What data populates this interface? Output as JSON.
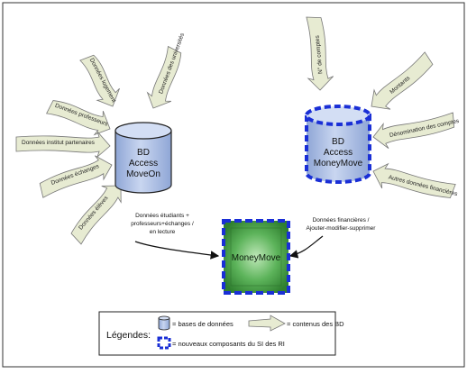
{
  "diagram": {
    "moveon": {
      "lines": [
        "BD",
        "Access",
        "MoveOn"
      ],
      "arrows": [
        "Données logement",
        "Données des universités",
        "Données professeurs",
        "Données institut partenaires",
        "Données échanges",
        "Données élèves"
      ]
    },
    "moneymove": {
      "lines": [
        "BD",
        "Access",
        "MoneyMove"
      ],
      "arrows": [
        "N° de comptes",
        "Montants",
        "Dénomination des comptes",
        "Autres données financières"
      ]
    },
    "center_component": "MoneyMove",
    "flows": {
      "left": [
        "Données étudiants +",
        "professeurs+échanges /",
        "en lecture"
      ],
      "right": [
        "Données financières /",
        "Ajouter-modifier-supprimer"
      ]
    },
    "legend": {
      "title": "Légendes:",
      "db_item": "= bases de données",
      "content_item": "= contenus des BD",
      "new_item": "= nouveaux composants du SI des RI"
    },
    "colors": {
      "db_fill": "#b7c7e6",
      "new_border": "#1a2fd6",
      "arrow_fill": "#e7ebd2",
      "component_green": "#3c9a3c"
    }
  }
}
